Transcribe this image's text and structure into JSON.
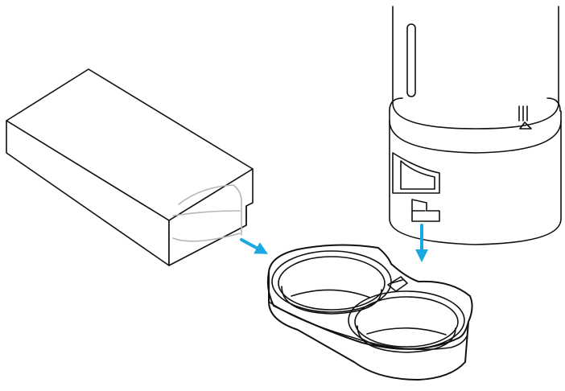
{
  "figure": {
    "subject": "pet-feeder-double-bowl-installation",
    "colors": {
      "line": "#111111",
      "faded_line": "#b5b5b5",
      "arrow": "#1ba7e0",
      "background": "#ffffff"
    },
    "parts": {
      "packaging_box": "box-icon",
      "feeder_unit": "feeder-icon",
      "double_bowl": "double-bowl-icon"
    },
    "arrows": [
      {
        "name": "insert-from-box-arrow",
        "icon": "arrow-down-right-icon"
      },
      {
        "name": "insert-down-arrow",
        "icon": "arrow-down-icon"
      }
    ]
  }
}
